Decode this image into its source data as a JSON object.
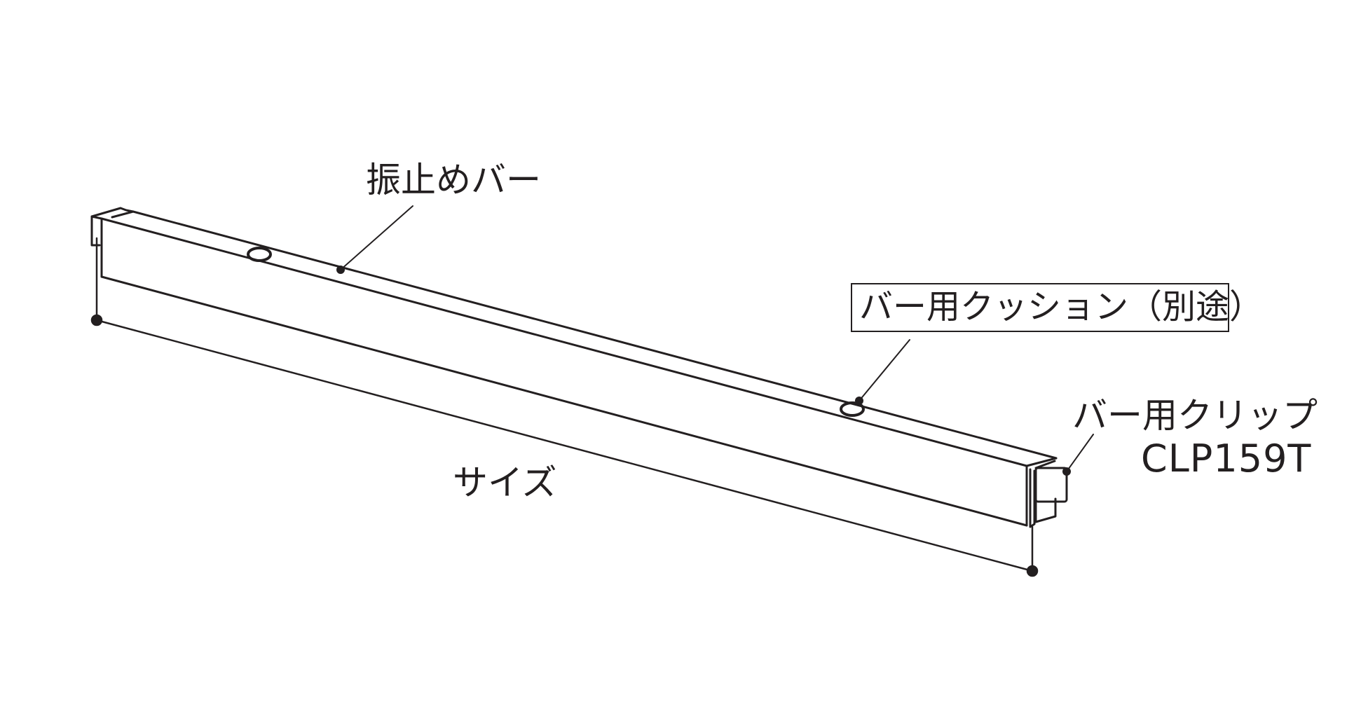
{
  "labels": {
    "sway_bar": "振止めバー",
    "bar_cushion": "バー用クッション（別途）",
    "size": "サイズ",
    "bar_clip": "バー用クリップ",
    "clip_model": "CLP159T"
  },
  "colors": {
    "line": "#231f20",
    "background": "#ffffff"
  }
}
